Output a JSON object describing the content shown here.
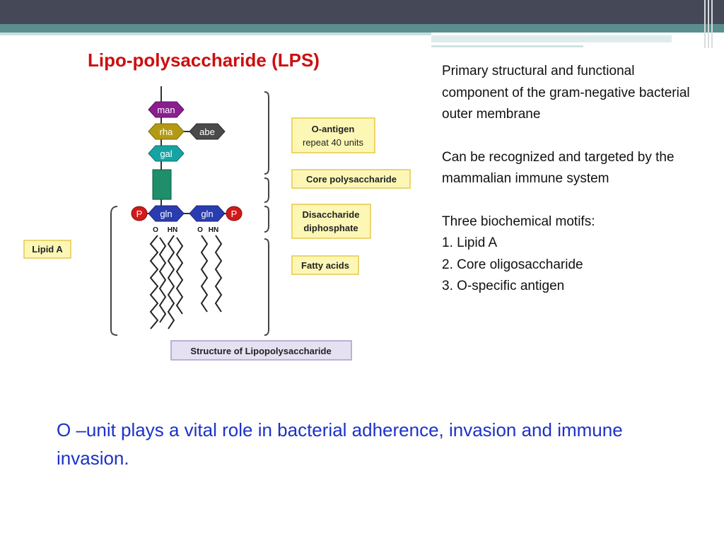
{
  "slide": {
    "title": "Lipo-polysaccharide (LPS)",
    "bottom_note": "O –unit plays a vital role in bacterial adherence, invasion and immune invasion."
  },
  "diagram": {
    "sugars": {
      "man": "man",
      "rha": "rha",
      "abe": "abe",
      "gal": "gal",
      "gln_left": "gln",
      "gln_right": "gln",
      "phosphate": "P"
    },
    "atoms": {
      "o": "O",
      "hn": "HN"
    },
    "labels": {
      "o_antigen_line1": "O-antigen",
      "o_antigen_line2": "repeat 40 units",
      "core_polysaccharide": "Core polysaccharide",
      "disaccharide_line1": "Disaccharide",
      "disaccharide_line2": "diphosphate",
      "fatty_acids": "Fatty acids",
      "lipid_a": "Lipid A",
      "caption": "Structure of Lipopolysaccharide"
    },
    "colors": {
      "man": "#8a1e8f",
      "rha": "#b39a12",
      "abe": "#4a4a4a",
      "gal": "#17a3a3",
      "core_block": "#1e8f6a",
      "gln": "#2a3db0",
      "phosphate": "#d11a1a",
      "label_fill": "#fdf7b6",
      "caption_fill": "#e6e1f2"
    }
  },
  "side_panel": {
    "p1": "Primary structural and functional component of the gram-negative bacterial outer membrane",
    "p2": "Can be recognized and targeted by the mammalian immune system",
    "p3_heading": "Three biochemical motifs:",
    "motifs": [
      "1. Lipid A",
      "2. Core oligosaccharide",
      "3. O-specific antigen"
    ]
  }
}
